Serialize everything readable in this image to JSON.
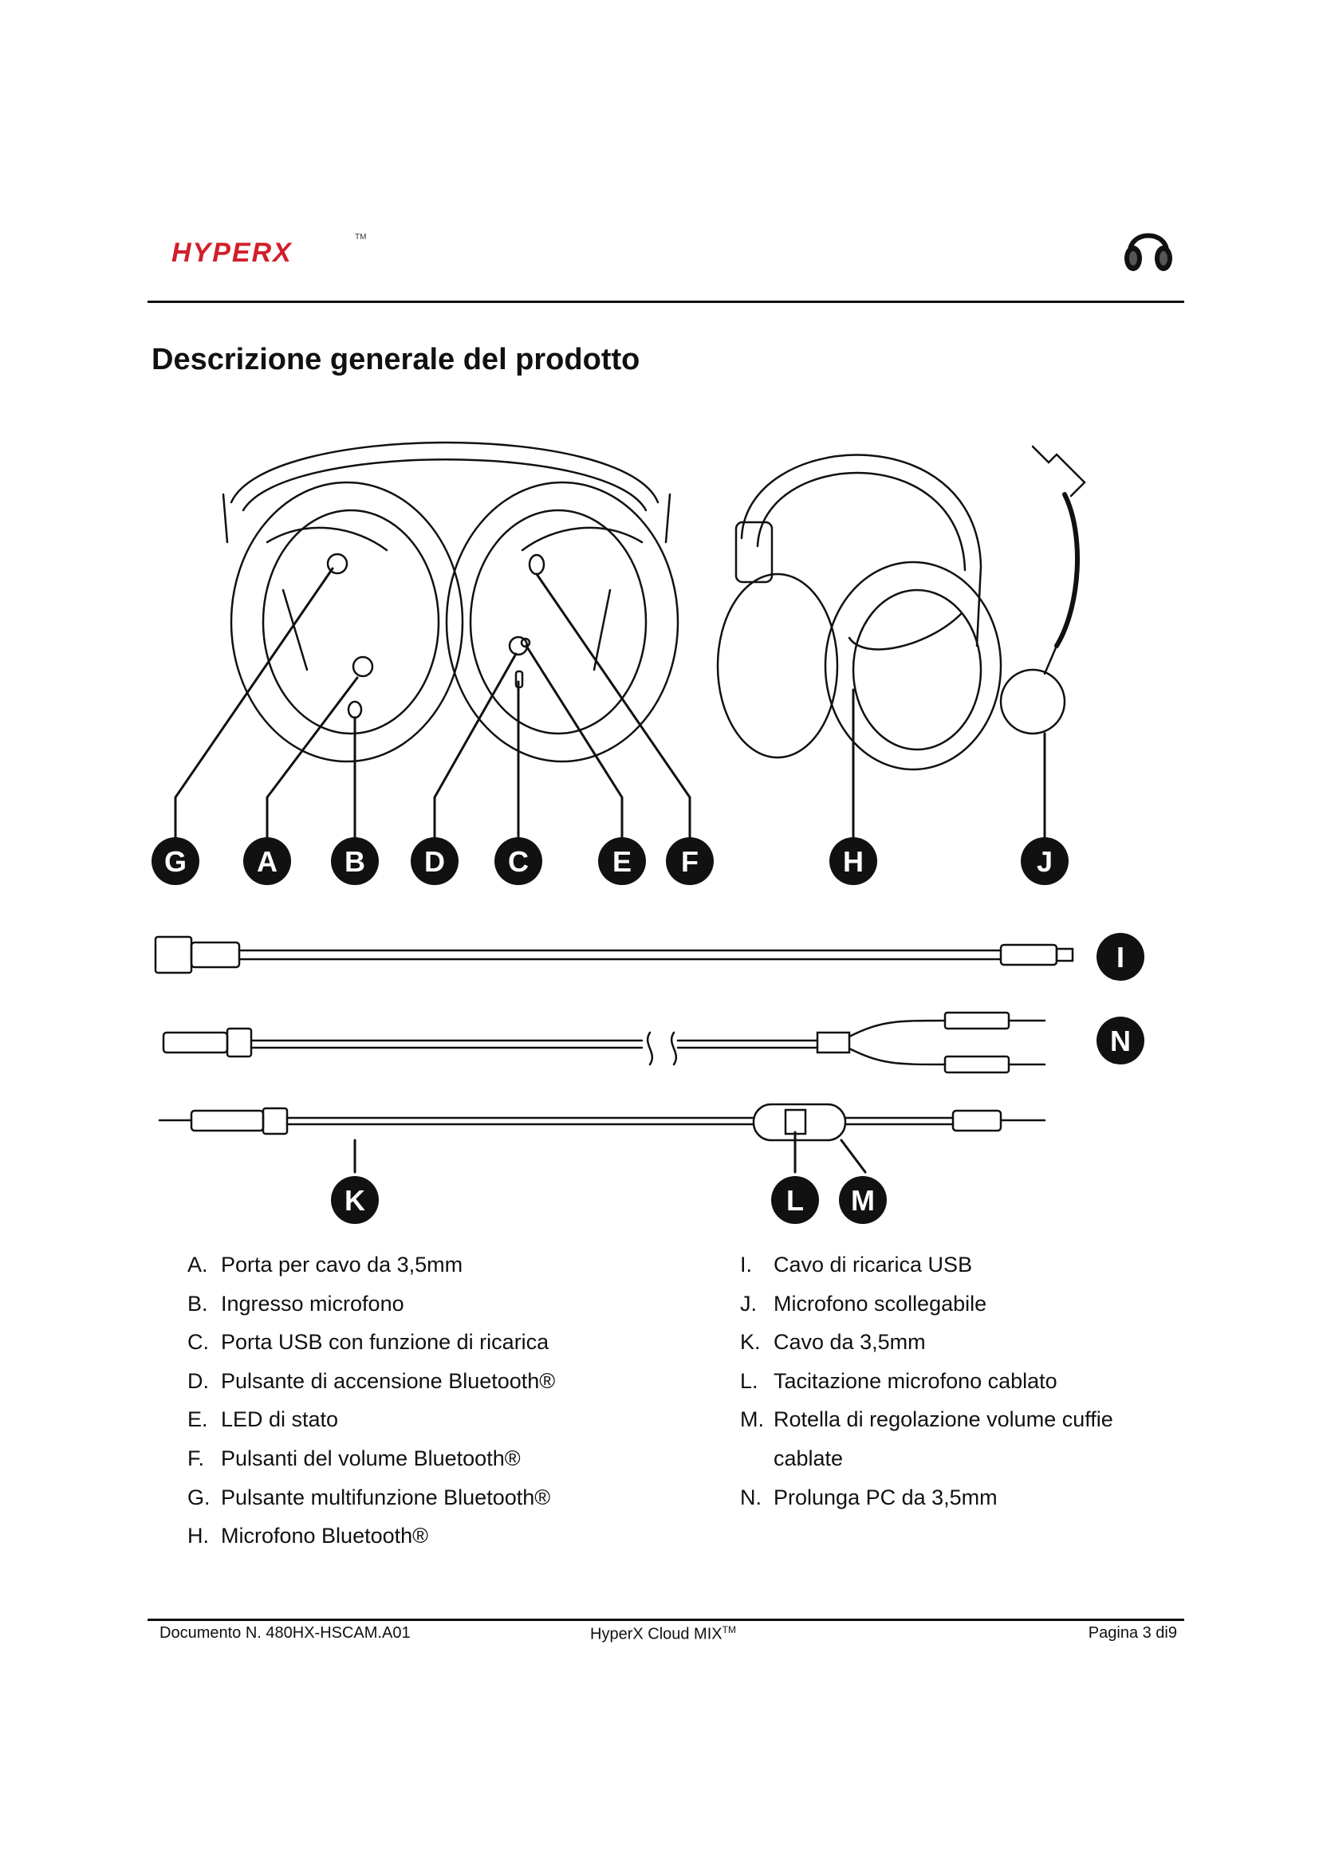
{
  "header": {
    "brand": "HYPERX",
    "tm": "TM"
  },
  "title": "Descrizione generale del prodotto",
  "callouts": [
    "G",
    "A",
    "B",
    "D",
    "C",
    "E",
    "F",
    "H",
    "J",
    "I",
    "N",
    "K",
    "L",
    "M"
  ],
  "labels": {
    "left": [
      {
        "letter": "A.",
        "text": "Porta per cavo da 3,5mm"
      },
      {
        "letter": "B.",
        "text": "Ingresso microfono"
      },
      {
        "letter": "C.",
        "text": "Porta USB con funzione di ricarica"
      },
      {
        "letter": "D.",
        "text": "Pulsante di accensione Bluetooth®"
      },
      {
        "letter": "E.",
        "text": "LED di stato"
      },
      {
        "letter": "F.",
        "text": "Pulsanti del volume Bluetooth®"
      },
      {
        "letter": "G.",
        "text": "Pulsante multifunzione Bluetooth®"
      },
      {
        "letter": "H.",
        "text": "Microfono Bluetooth®"
      }
    ],
    "right": [
      {
        "letter": "I.",
        "text": "Cavo di ricarica USB"
      },
      {
        "letter": "J.",
        "text": "Microfono scollegabile"
      },
      {
        "letter": "K.",
        "text": "Cavo da 3,5mm"
      },
      {
        "letter": "L.",
        "text": "Tacitazione microfono cablato"
      },
      {
        "letter": "M.",
        "text": "Rotella di regolazione volume cuffie"
      },
      {
        "letter": "",
        "text": "cablate"
      },
      {
        "letter": "N.",
        "text": "Prolunga PC da 3,5mm"
      }
    ]
  },
  "footer": {
    "doc": "Documento N. 480HX-HSCAM.A01",
    "product": "HyperX Cloud MIX",
    "product_sup": "TM",
    "page": "Pagina 3 di9"
  },
  "colors": {
    "brand_red": "#d21f2b",
    "ink": "#111111"
  }
}
